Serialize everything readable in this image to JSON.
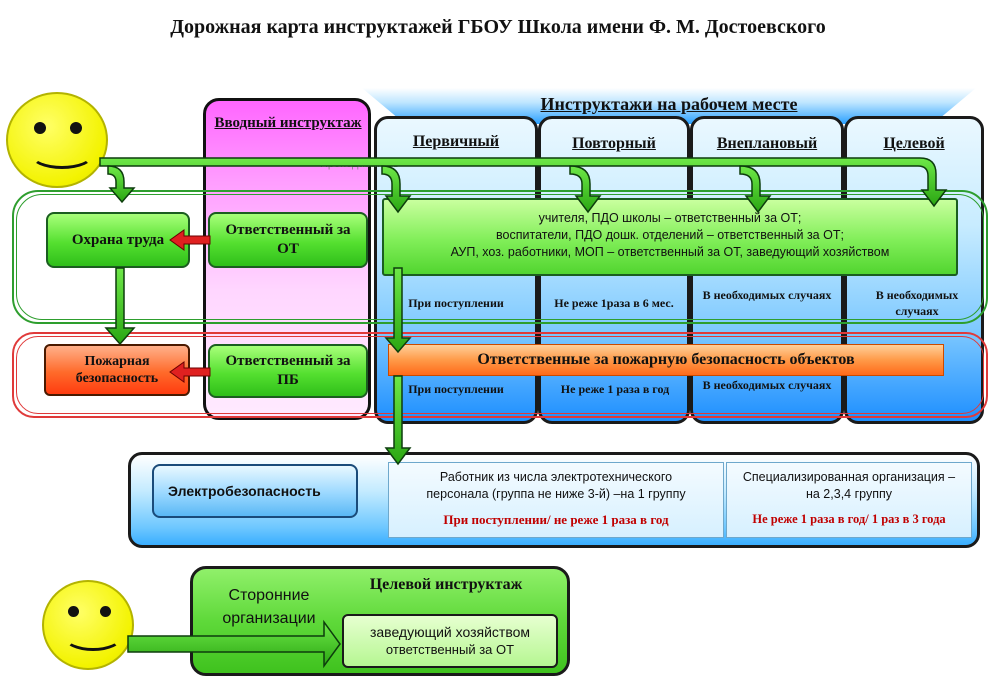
{
  "title": "Дорожная карта инструктажей ГБОУ Школа имени Ф. М. Достоевского",
  "intro": {
    "header": "Вводный инструктаж",
    "watermark": "Преподаватель",
    "ot_responsible": "Ответственный за ОТ",
    "pb_responsible": "Ответственный за ПБ"
  },
  "workplace": {
    "header": "Инструктажи на рабочем месте",
    "columns": [
      "Первичный",
      "Повторный",
      "Внеплановый",
      "Целевой"
    ],
    "ot_text": [
      "учителя, ПДО школы – ответственный за ОТ;",
      "воспитатели, ПДО дошк. отделений – ответственный за ОТ;",
      "АУП, хоз. работники, МОП – ответственный за ОТ, заведующий хозяйством"
    ],
    "ot_freq": [
      "При поступлении",
      "Не реже 1раза в 6 мес.",
      "В необходимых случаях",
      "В необходимых случаях"
    ],
    "pb_bar": "Ответственные за пожарную безопасность объектов",
    "pb_freq": [
      "При поступлении",
      "Не реже 1 раза в год",
      "В необходимых случаях"
    ]
  },
  "labor": {
    "ot": "Охрана труда",
    "fire": "Пожарная безопасность"
  },
  "electrical": {
    "label": "Электробезопасность",
    "left_text": "Работник из числа электротехнического персонала (группа не ниже 3-й) –на 1 группу",
    "left_freq": "При поступлении/ не реже 1 раза в год",
    "right_text": "Специализированная организация – на 2,3,4 группу",
    "right_freq": "Не реже 1 раза в год/ 1 раз в 3 года"
  },
  "target": {
    "header": "Целевой инструктаж",
    "external": "Сторонние организации",
    "line1": "заведующий хозяйством",
    "line2": "ответственный за ОТ"
  },
  "colors": {
    "green": "#55e030",
    "orange": "#ff6a2a",
    "blue": "#1e8fff",
    "purple": "#ff66ff",
    "red_text": "#c00000"
  }
}
